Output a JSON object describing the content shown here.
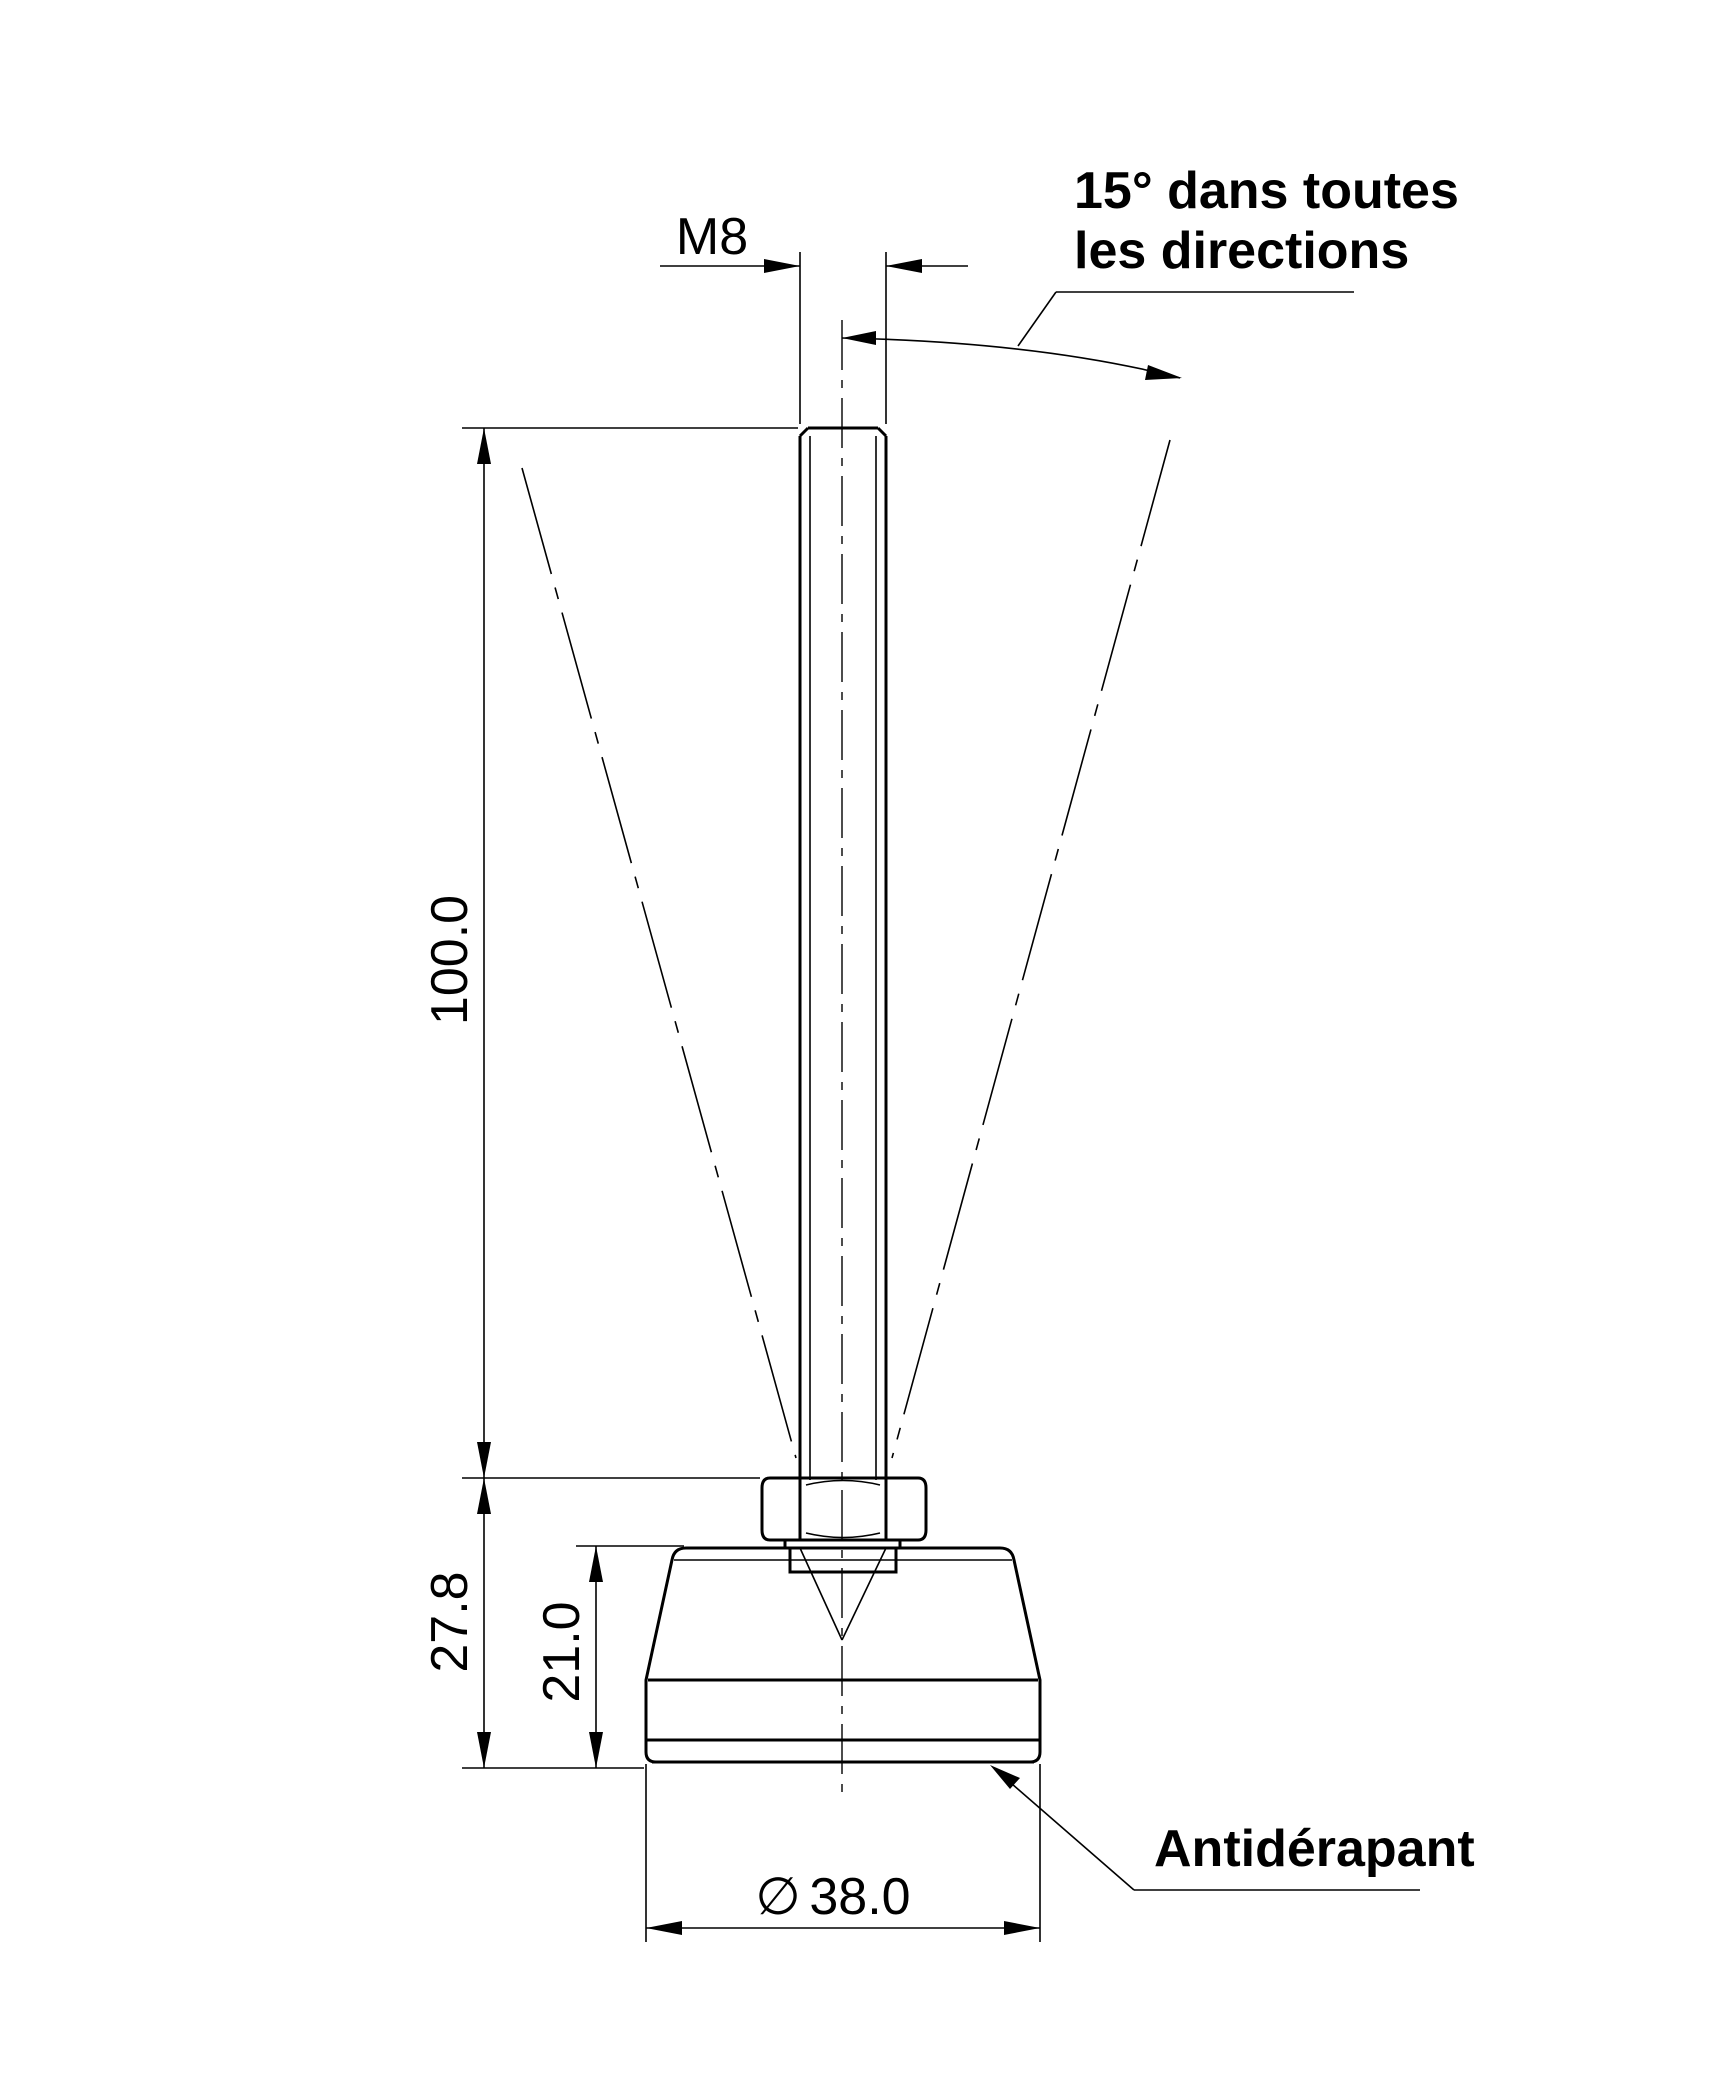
{
  "dimensions": {
    "thread": "M8",
    "stud_length": "100.0",
    "overall_height": "27.8",
    "base_height": "21.0",
    "diameter_symbol": "∅",
    "diameter": "38.0"
  },
  "notes": {
    "swivel_line1": "15° dans toutes",
    "swivel_line2": "les directions",
    "pad": "Antidérapant"
  }
}
